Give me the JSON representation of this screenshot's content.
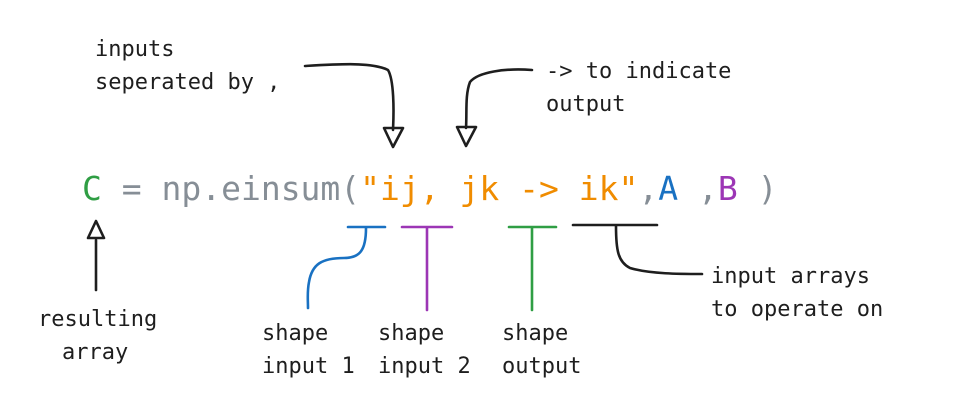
{
  "equation": {
    "result": "C",
    "equals": " = ",
    "func": "np.einsum(",
    "open_quote": "\"",
    "spec_in1": "ij",
    "spec_comma": ", ",
    "spec_in2": "jk",
    "spec_arrow": " -> ",
    "spec_out": "ik",
    "close_quote": "\"",
    "sep1": ",",
    "arg_a": "A",
    "sep2": " ,",
    "arg_b": "B",
    "close_paren": " )"
  },
  "annotations": {
    "inputs_sep": [
      "inputs",
      "seperated by ,"
    ],
    "arrow_output": [
      "-> to indicate",
      "output"
    ],
    "resulting": [
      "resulting",
      "array"
    ],
    "shape_in1": [
      "shape",
      "input 1"
    ],
    "shape_in2": [
      "shape",
      "input 2"
    ],
    "shape_out": [
      "shape",
      "output"
    ],
    "input_arrays": [
      "input arrays",
      "to operate on"
    ]
  },
  "colors": {
    "text": "#1e1e1e",
    "gray": "#868e96",
    "green": "#2f9e44",
    "orange": "#f08c00",
    "blue": "#1971c2",
    "purple": "#9c36b5"
  }
}
